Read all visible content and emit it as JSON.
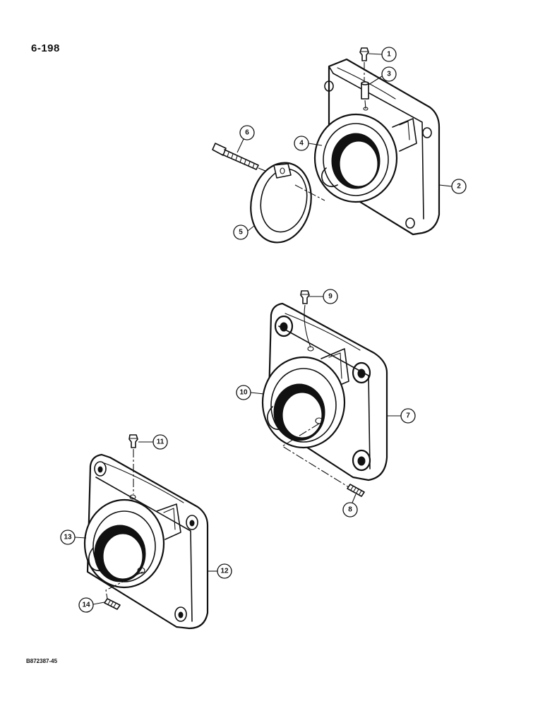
{
  "page_number": "6-198",
  "doc_code": "B872387-45",
  "callouts": [
    "1",
    "2",
    "3",
    "4",
    "5",
    "6",
    "7",
    "8",
    "9",
    "10",
    "11",
    "12",
    "13",
    "14"
  ]
}
